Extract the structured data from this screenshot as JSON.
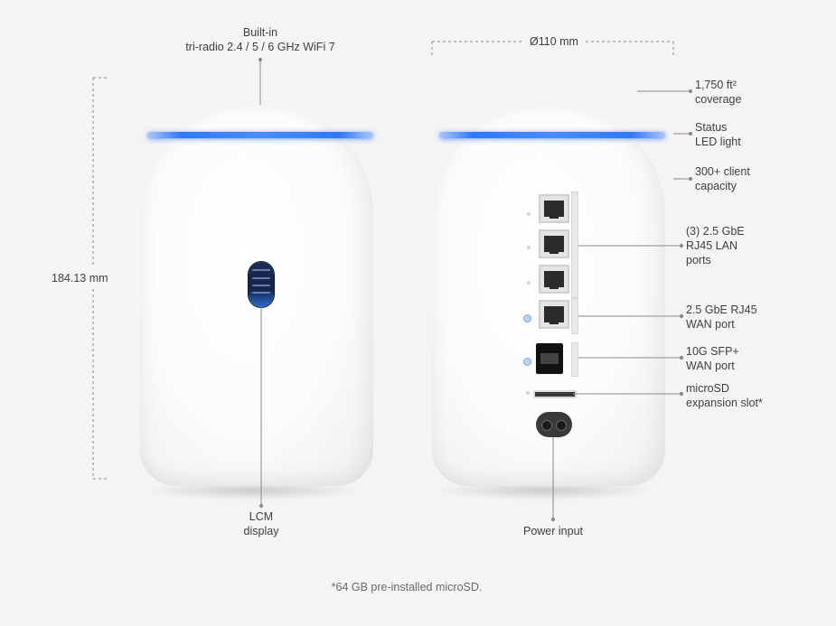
{
  "annotations": {
    "wifi": {
      "line1": "Built-in",
      "line2": "tri-radio 2.4 / 5 / 6 GHz WiFi 7"
    },
    "diameter": "Ø110 mm",
    "height": "184.13 mm",
    "coverage": {
      "line1": "1,750 ft²",
      "line2": "coverage"
    },
    "status_led": {
      "line1": "Status",
      "line2": "LED light"
    },
    "clients": {
      "line1": "300+ client",
      "line2": "capacity"
    },
    "lan": {
      "line1": "(3) 2.5 GbE",
      "line2": "RJ45 LAN",
      "line3": "ports"
    },
    "wan_rj45": {
      "line1": "2.5 GbE RJ45",
      "line2": "WAN port"
    },
    "wan_sfp": {
      "line1": "10G SFP+",
      "line2": "WAN port"
    },
    "microsd": {
      "line1": "microSD",
      "line2": "expansion slot*"
    },
    "lcm": {
      "line1": "LCM",
      "line2": "display"
    },
    "power": "Power input",
    "footnote": "*64 GB pre-installed microSD."
  },
  "colors": {
    "led": "#2f78ff",
    "background": "#f4f4f4"
  }
}
